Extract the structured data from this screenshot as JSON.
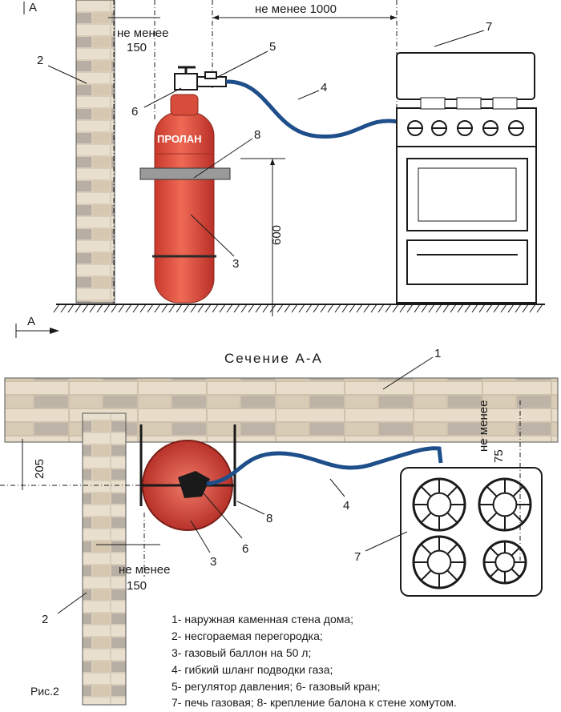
{
  "section_mark": "А",
  "section_title": "Сечение А-А",
  "dimensions": {
    "min_label": "не менее",
    "top_wall_gap": "150",
    "top_stove_gap": "не менее 1000",
    "height": "600",
    "plan_offset": "205",
    "plan_wall_gap": "150",
    "plan_stove_gap": "75"
  },
  "cylinder_text": "ПРОЛАН",
  "callouts": [
    "1",
    "2",
    "3",
    "4",
    "5",
    "6",
    "7",
    "8"
  ],
  "legend": [
    "1- наружная каменная стена дома;",
    "2- несгораемая перегородка;",
    "3- газовый баллон на 50 л;",
    "4- гибкий шланг подводки газа;",
    "5- регулятор давления; 6- газовый кран;",
    "7- печь газовая;  8- крепление балона к стене хомутом."
  ],
  "caption": "Рис.2",
  "colors": {
    "brick_light": "#e7dccb",
    "brick_mid": "#c9bba8",
    "brick_dark": "#8f8a84",
    "cylinder_red": "#d94a3a",
    "hose_blue": "#1f4f8a"
  }
}
